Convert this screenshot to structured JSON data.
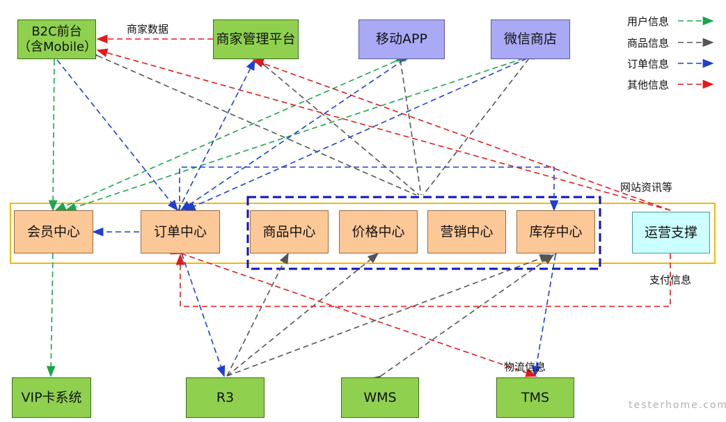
{
  "nodes": {
    "b2c": {
      "line1": "B2C前台",
      "line2": "（含Mobile）"
    },
    "merchant_platform": "商家管理平台",
    "mobile_app": "移动APP",
    "wechat_store": "微信商店",
    "member_center": "会员中心",
    "order_center": "订单中心",
    "product_center": "商品中心",
    "price_center": "价格中心",
    "marketing_center": "营销中心",
    "inventory_center": "库存中心",
    "ops_support": "运营支撑",
    "vip_card": "VIP卡系统",
    "r3": "R3",
    "wms": "WMS",
    "tms": "TMS"
  },
  "edge_labels": {
    "merchant_data": "商家数据",
    "site_info": "网站资讯等",
    "payment_info": "支付信息",
    "logistics_info": "物流信息"
  },
  "legend": [
    {
      "label": "用户信息",
      "color": "#1aa64b"
    },
    {
      "label": "商品信息",
      "color": "#555555"
    },
    {
      "label": "订单信息",
      "color": "#1f3fd1"
    },
    {
      "label": "其他信息",
      "color": "#e31a1a"
    }
  ],
  "colors": {
    "user": "#1aa64b",
    "product": "#555555",
    "order": "#1f3fd1",
    "other": "#e31a1a",
    "service_frame": "#f5b800",
    "product_group_frame": "#1010c0"
  },
  "watermark": "testerhome.com"
}
